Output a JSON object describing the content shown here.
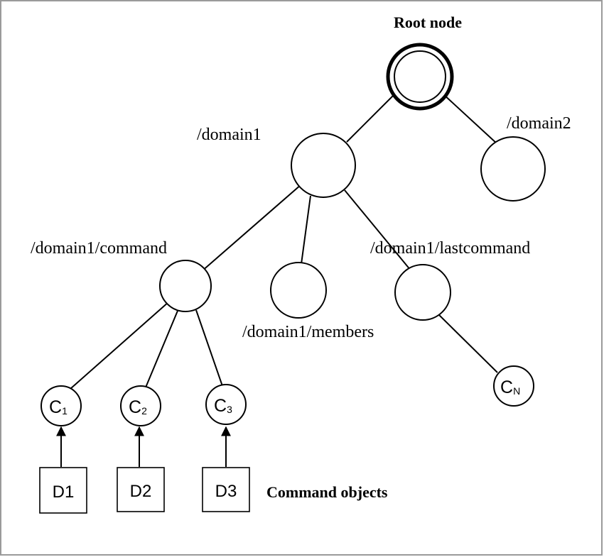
{
  "root_label": "Root node",
  "domains": {
    "domain1": "/domain1",
    "domain2": "/domain2"
  },
  "paths": {
    "command": "/domain1/command",
    "members": "/domain1/members",
    "lastcommand": "/domain1/lastcommand"
  },
  "command_nodes": [
    {
      "letter": "C",
      "sub": "1"
    },
    {
      "letter": "C",
      "sub": "2"
    },
    {
      "letter": "C",
      "sub": "3"
    }
  ],
  "last_command_node": {
    "letter": "C",
    "sub": "N"
  },
  "data_objects": [
    "D1",
    "D2",
    "D3"
  ],
  "command_objects_label": "Command objects",
  "colors": {
    "ink": "#000000",
    "background": "#ffffff",
    "frame": "#9a9a9a"
  }
}
